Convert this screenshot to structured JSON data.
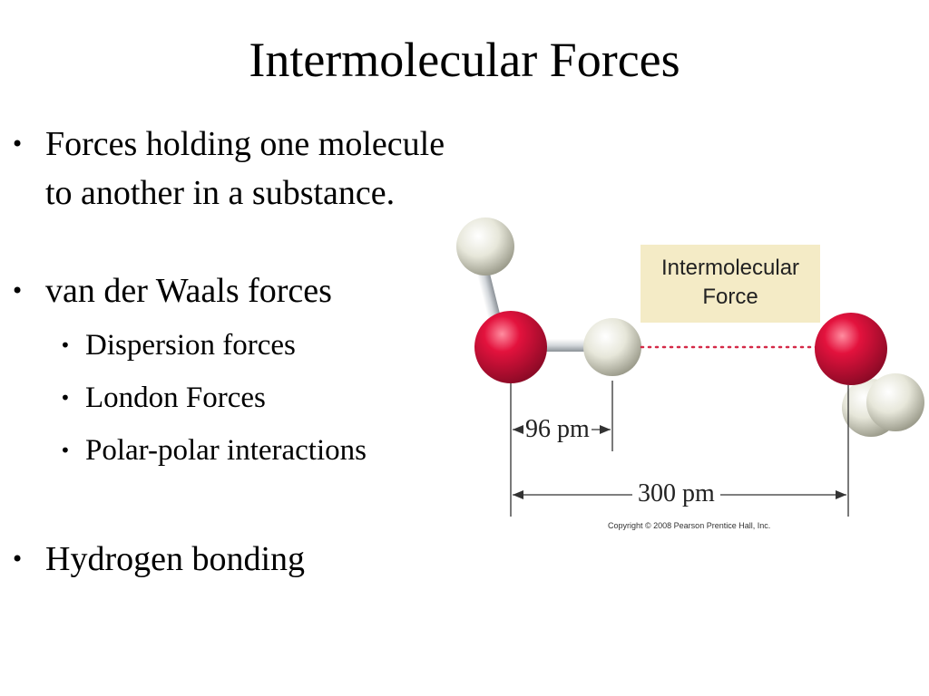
{
  "slide": {
    "title": "Intermolecular Forces",
    "bullets": [
      "Forces holding one molecule to another in a substance.",
      "van der Waals forces",
      "Hydrogen bonding"
    ],
    "sub_bullets": [
      "Dispersion forces",
      "London Forces",
      "Polar-polar interactions"
    ]
  },
  "figure": {
    "label_box": "Intermolecular Force",
    "bond_length_label": "96 pm",
    "distance_label": "300 pm",
    "copyright": "Copyright © 2008 Pearson Prentice Hall, Inc."
  },
  "colors": {
    "oxygen": "#e3123d",
    "hydrogen": "#e7e7da",
    "label_box": "#f4ebc6",
    "dotted_line": "#d42a48"
  }
}
